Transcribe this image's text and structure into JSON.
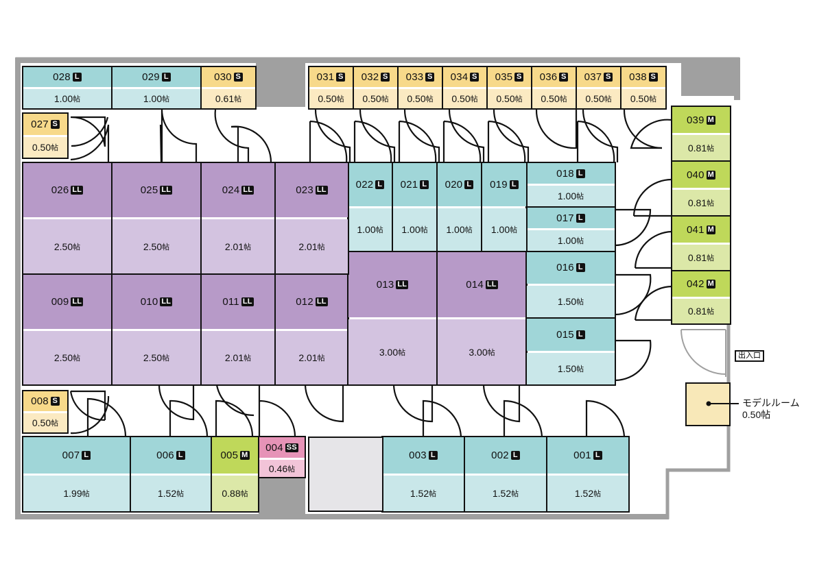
{
  "title": "Storage Unit Floor Plan",
  "unit_suffix": "帖",
  "colors": {
    "L": {
      "header": "#a0d6d8",
      "body": "#c9e7e9"
    },
    "S": {
      "header": "#f7d98a",
      "body": "#fbeac2"
    },
    "M": {
      "header": "#bfd85a",
      "body": "#dce8a8"
    },
    "LL": {
      "header": "#b79ac8",
      "body": "#d3c3e0"
    },
    "SS": {
      "header": "#e693b7",
      "body": "#f2c4d8"
    },
    "wall": "#a0a0a0",
    "unavailable": "#e6e5e8"
  },
  "rooms": [
    {
      "id": "001",
      "size": "L",
      "area": "1.52"
    },
    {
      "id": "002",
      "size": "L",
      "area": "1.52"
    },
    {
      "id": "003",
      "size": "L",
      "area": "1.52"
    },
    {
      "id": "004",
      "size": "SS",
      "area": "0.46"
    },
    {
      "id": "005",
      "size": "M",
      "area": "0.88"
    },
    {
      "id": "006",
      "size": "L",
      "area": "1.52"
    },
    {
      "id": "007",
      "size": "L",
      "area": "1.99"
    },
    {
      "id": "008",
      "size": "S",
      "area": "0.50"
    },
    {
      "id": "009",
      "size": "LL",
      "area": "2.50"
    },
    {
      "id": "010",
      "size": "LL",
      "area": "2.50"
    },
    {
      "id": "011",
      "size": "LL",
      "area": "2.01"
    },
    {
      "id": "012",
      "size": "LL",
      "area": "2.01"
    },
    {
      "id": "013",
      "size": "LL",
      "area": "3.00"
    },
    {
      "id": "014",
      "size": "LL",
      "area": "3.00"
    },
    {
      "id": "015",
      "size": "L",
      "area": "1.50"
    },
    {
      "id": "016",
      "size": "L",
      "area": "1.50"
    },
    {
      "id": "017",
      "size": "L",
      "area": "1.00"
    },
    {
      "id": "018",
      "size": "L",
      "area": "1.00"
    },
    {
      "id": "019",
      "size": "L",
      "area": "1.00"
    },
    {
      "id": "020",
      "size": "L",
      "area": "1.00"
    },
    {
      "id": "021",
      "size": "L",
      "area": "1.00"
    },
    {
      "id": "022",
      "size": "L",
      "area": "1.00"
    },
    {
      "id": "023",
      "size": "LL",
      "area": "2.01"
    },
    {
      "id": "024",
      "size": "LL",
      "area": "2.01"
    },
    {
      "id": "025",
      "size": "LL",
      "area": "2.50"
    },
    {
      "id": "026",
      "size": "LL",
      "area": "2.50"
    },
    {
      "id": "027",
      "size": "S",
      "area": "0.50"
    },
    {
      "id": "028",
      "size": "L",
      "area": "1.00"
    },
    {
      "id": "029",
      "size": "L",
      "area": "1.00"
    },
    {
      "id": "030",
      "size": "S",
      "area": "0.61"
    },
    {
      "id": "031",
      "size": "S",
      "area": "0.50"
    },
    {
      "id": "032",
      "size": "S",
      "area": "0.50"
    },
    {
      "id": "033",
      "size": "S",
      "area": "0.50"
    },
    {
      "id": "034",
      "size": "S",
      "area": "0.50"
    },
    {
      "id": "035",
      "size": "S",
      "area": "0.50"
    },
    {
      "id": "036",
      "size": "S",
      "area": "0.50"
    },
    {
      "id": "037",
      "size": "S",
      "area": "0.50"
    },
    {
      "id": "038",
      "size": "S",
      "area": "0.50"
    },
    {
      "id": "039",
      "size": "M",
      "area": "0.81"
    },
    {
      "id": "040",
      "size": "M",
      "area": "0.81"
    },
    {
      "id": "041",
      "size": "M",
      "area": "0.81"
    },
    {
      "id": "042",
      "size": "M",
      "area": "0.81"
    }
  ],
  "entrance": {
    "label": "出入口"
  },
  "model_room": {
    "label": "モデルルーム",
    "area": "0.50帖"
  }
}
